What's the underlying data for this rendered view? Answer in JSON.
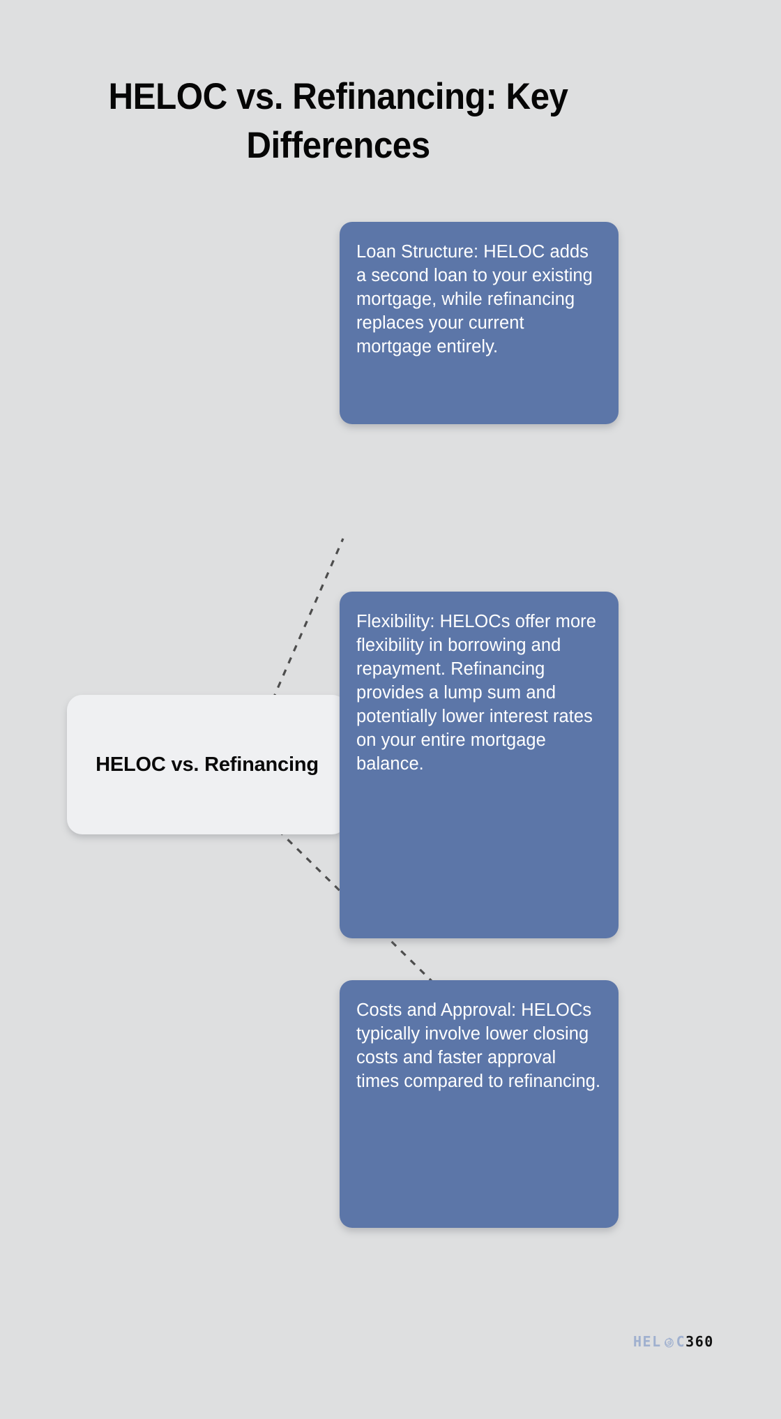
{
  "page": {
    "background_color": "#dedfe0",
    "title": "HELOC vs. Refinancing: Key Differences"
  },
  "diagram": {
    "type": "mind-map",
    "center_node": {
      "label": "HELOC vs. Refinancing",
      "background_color": "#eff0f2",
      "text_color": "#0a0a0a"
    },
    "branch_color": "#5c76a8",
    "branch_text_color": "#ffffff",
    "connector_color": "#4d4d4d",
    "connector_style": "dashed",
    "branches": [
      {
        "text": "Loan Structure: HELOC adds a second loan to your existing mortgage, while refinancing replaces your current mortgage entirely."
      },
      {
        "text": "Flexibility: HELOCs offer more flexibility in borrowing and repayment. Refinancing provides a lump sum and potentially lower interest rates on your entire mortgage balance."
      },
      {
        "text": "Costs and Approval: HELOCs typically involve lower closing costs and faster approval times compared to refinancing."
      }
    ]
  },
  "logo": {
    "word_primary": "HEL",
    "word_secondary": "C",
    "word_number": "360",
    "mark": "pinwheel-icon",
    "primary_color": "#9fb0cf",
    "number_color": "#111111"
  }
}
